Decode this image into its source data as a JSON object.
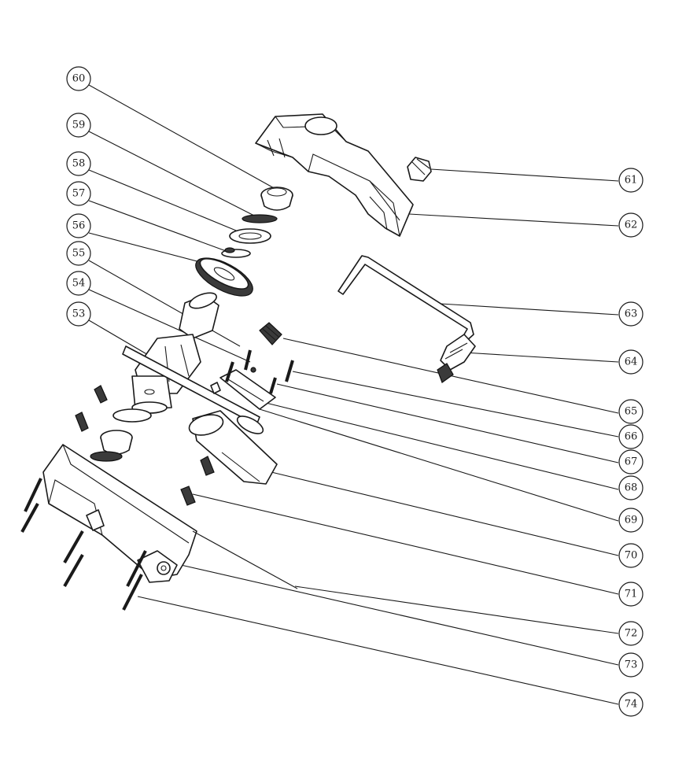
{
  "callouts": [
    {
      "id": "c60",
      "label": "60"
    },
    {
      "id": "c59",
      "label": "59"
    },
    {
      "id": "c58",
      "label": "58"
    },
    {
      "id": "c57",
      "label": "57"
    },
    {
      "id": "c56",
      "label": "56"
    },
    {
      "id": "c55",
      "label": "55"
    },
    {
      "id": "c54",
      "label": "54"
    },
    {
      "id": "c53",
      "label": "53"
    },
    {
      "id": "c61",
      "label": "61"
    },
    {
      "id": "c62",
      "label": "62"
    },
    {
      "id": "c63",
      "label": "63"
    },
    {
      "id": "c64",
      "label": "64"
    },
    {
      "id": "c65",
      "label": "65"
    },
    {
      "id": "c66",
      "label": "66"
    },
    {
      "id": "c67",
      "label": "67"
    },
    {
      "id": "c68",
      "label": "68"
    },
    {
      "id": "c69",
      "label": "69"
    },
    {
      "id": "c70",
      "label": "70"
    },
    {
      "id": "c71",
      "label": "71"
    },
    {
      "id": "c72",
      "label": "72"
    },
    {
      "id": "c73",
      "label": "73"
    },
    {
      "id": "c74",
      "label": "74"
    }
  ]
}
